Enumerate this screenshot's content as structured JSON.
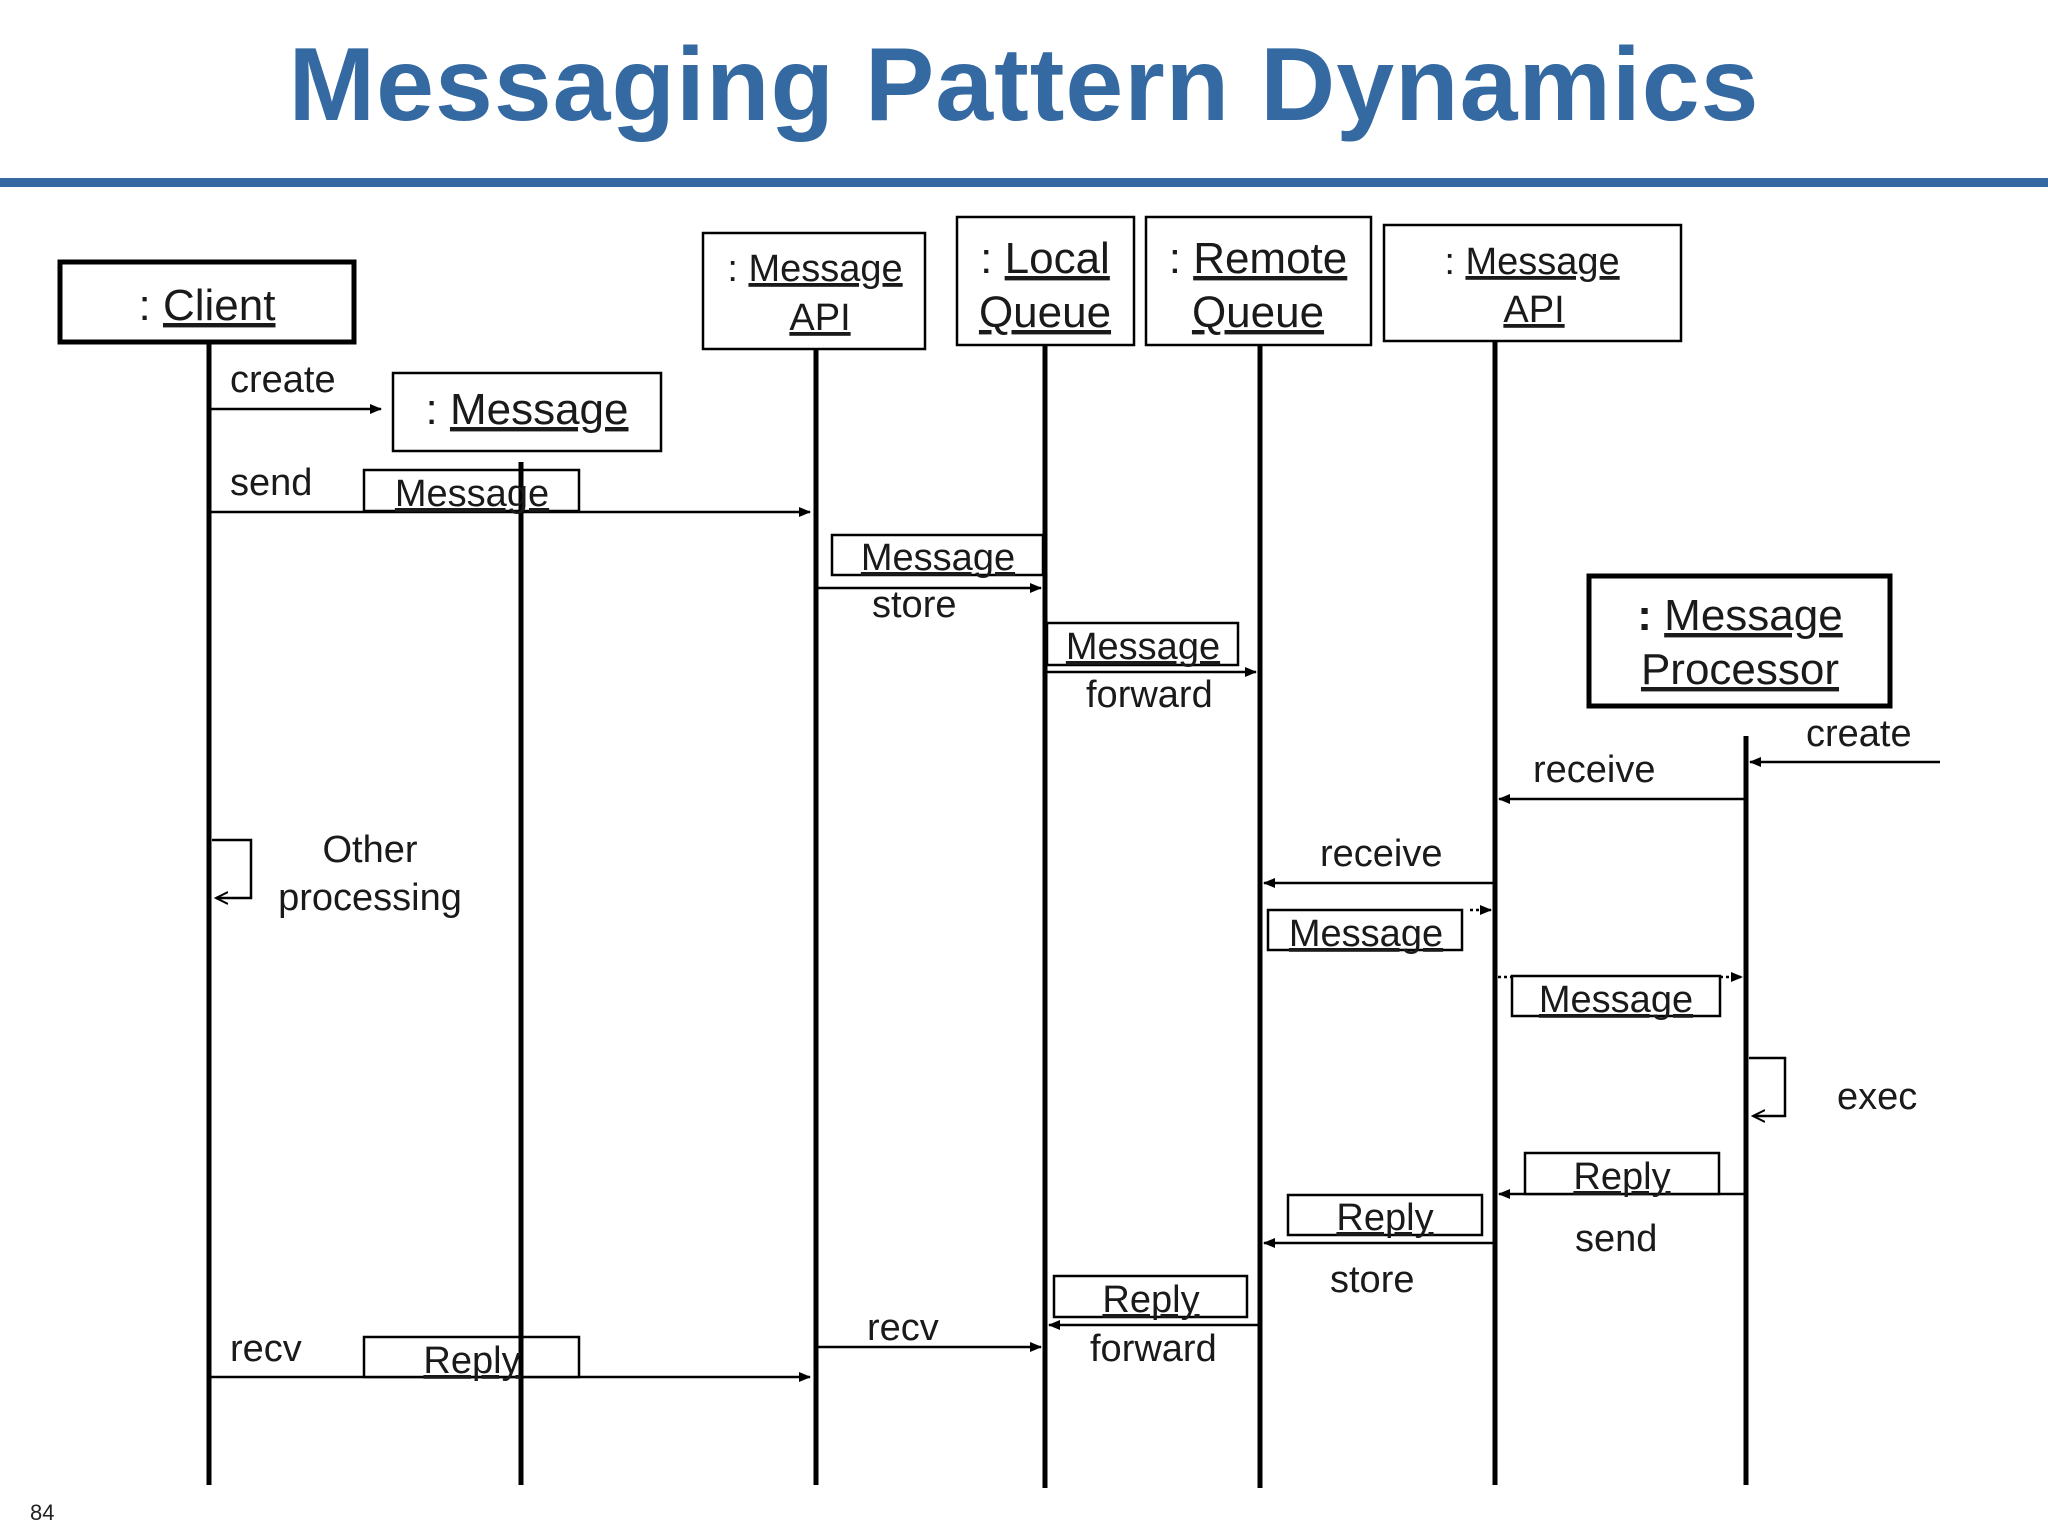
{
  "title": "Messaging Pattern Dynamics",
  "page_number": "84",
  "participants": {
    "client": {
      "prefix": ":",
      "name": "Client"
    },
    "message": {
      "prefix": ":",
      "name": "Message"
    },
    "message_api_left": {
      "prefix": ":",
      "line1": "Message",
      "line2": "API"
    },
    "local_queue": {
      "prefix": ":",
      "line1": "Local",
      "line2": "Queue"
    },
    "remote_queue": {
      "prefix": ":",
      "line1": "Remote",
      "line2": "Queue"
    },
    "message_api_right": {
      "prefix": ":",
      "line1": "Message",
      "line2": "API"
    },
    "message_processor": {
      "prefix": ":",
      "line1": "Message",
      "line2": "Processor"
    }
  },
  "messages": {
    "create_client": "create",
    "send": "send",
    "store_1": "store",
    "forward_1": "forward",
    "create_processor": "create",
    "receive_1": "receive",
    "receive_2": "receive",
    "exec": "exec",
    "send_reply": "send",
    "store_2": "store",
    "forward_2": "forward",
    "recv_api": "recv",
    "recv_client": "recv",
    "other_processing_1": "Other",
    "other_processing_2": "processing"
  },
  "payloads": {
    "message_send": "Message",
    "message_store": "Message",
    "message_forward": "Message",
    "message_receive_1": "Message",
    "message_receive_2": "Message",
    "reply_send": "Reply",
    "reply_store": "Reply",
    "reply_forward": "Reply",
    "reply_recv": "Reply"
  }
}
